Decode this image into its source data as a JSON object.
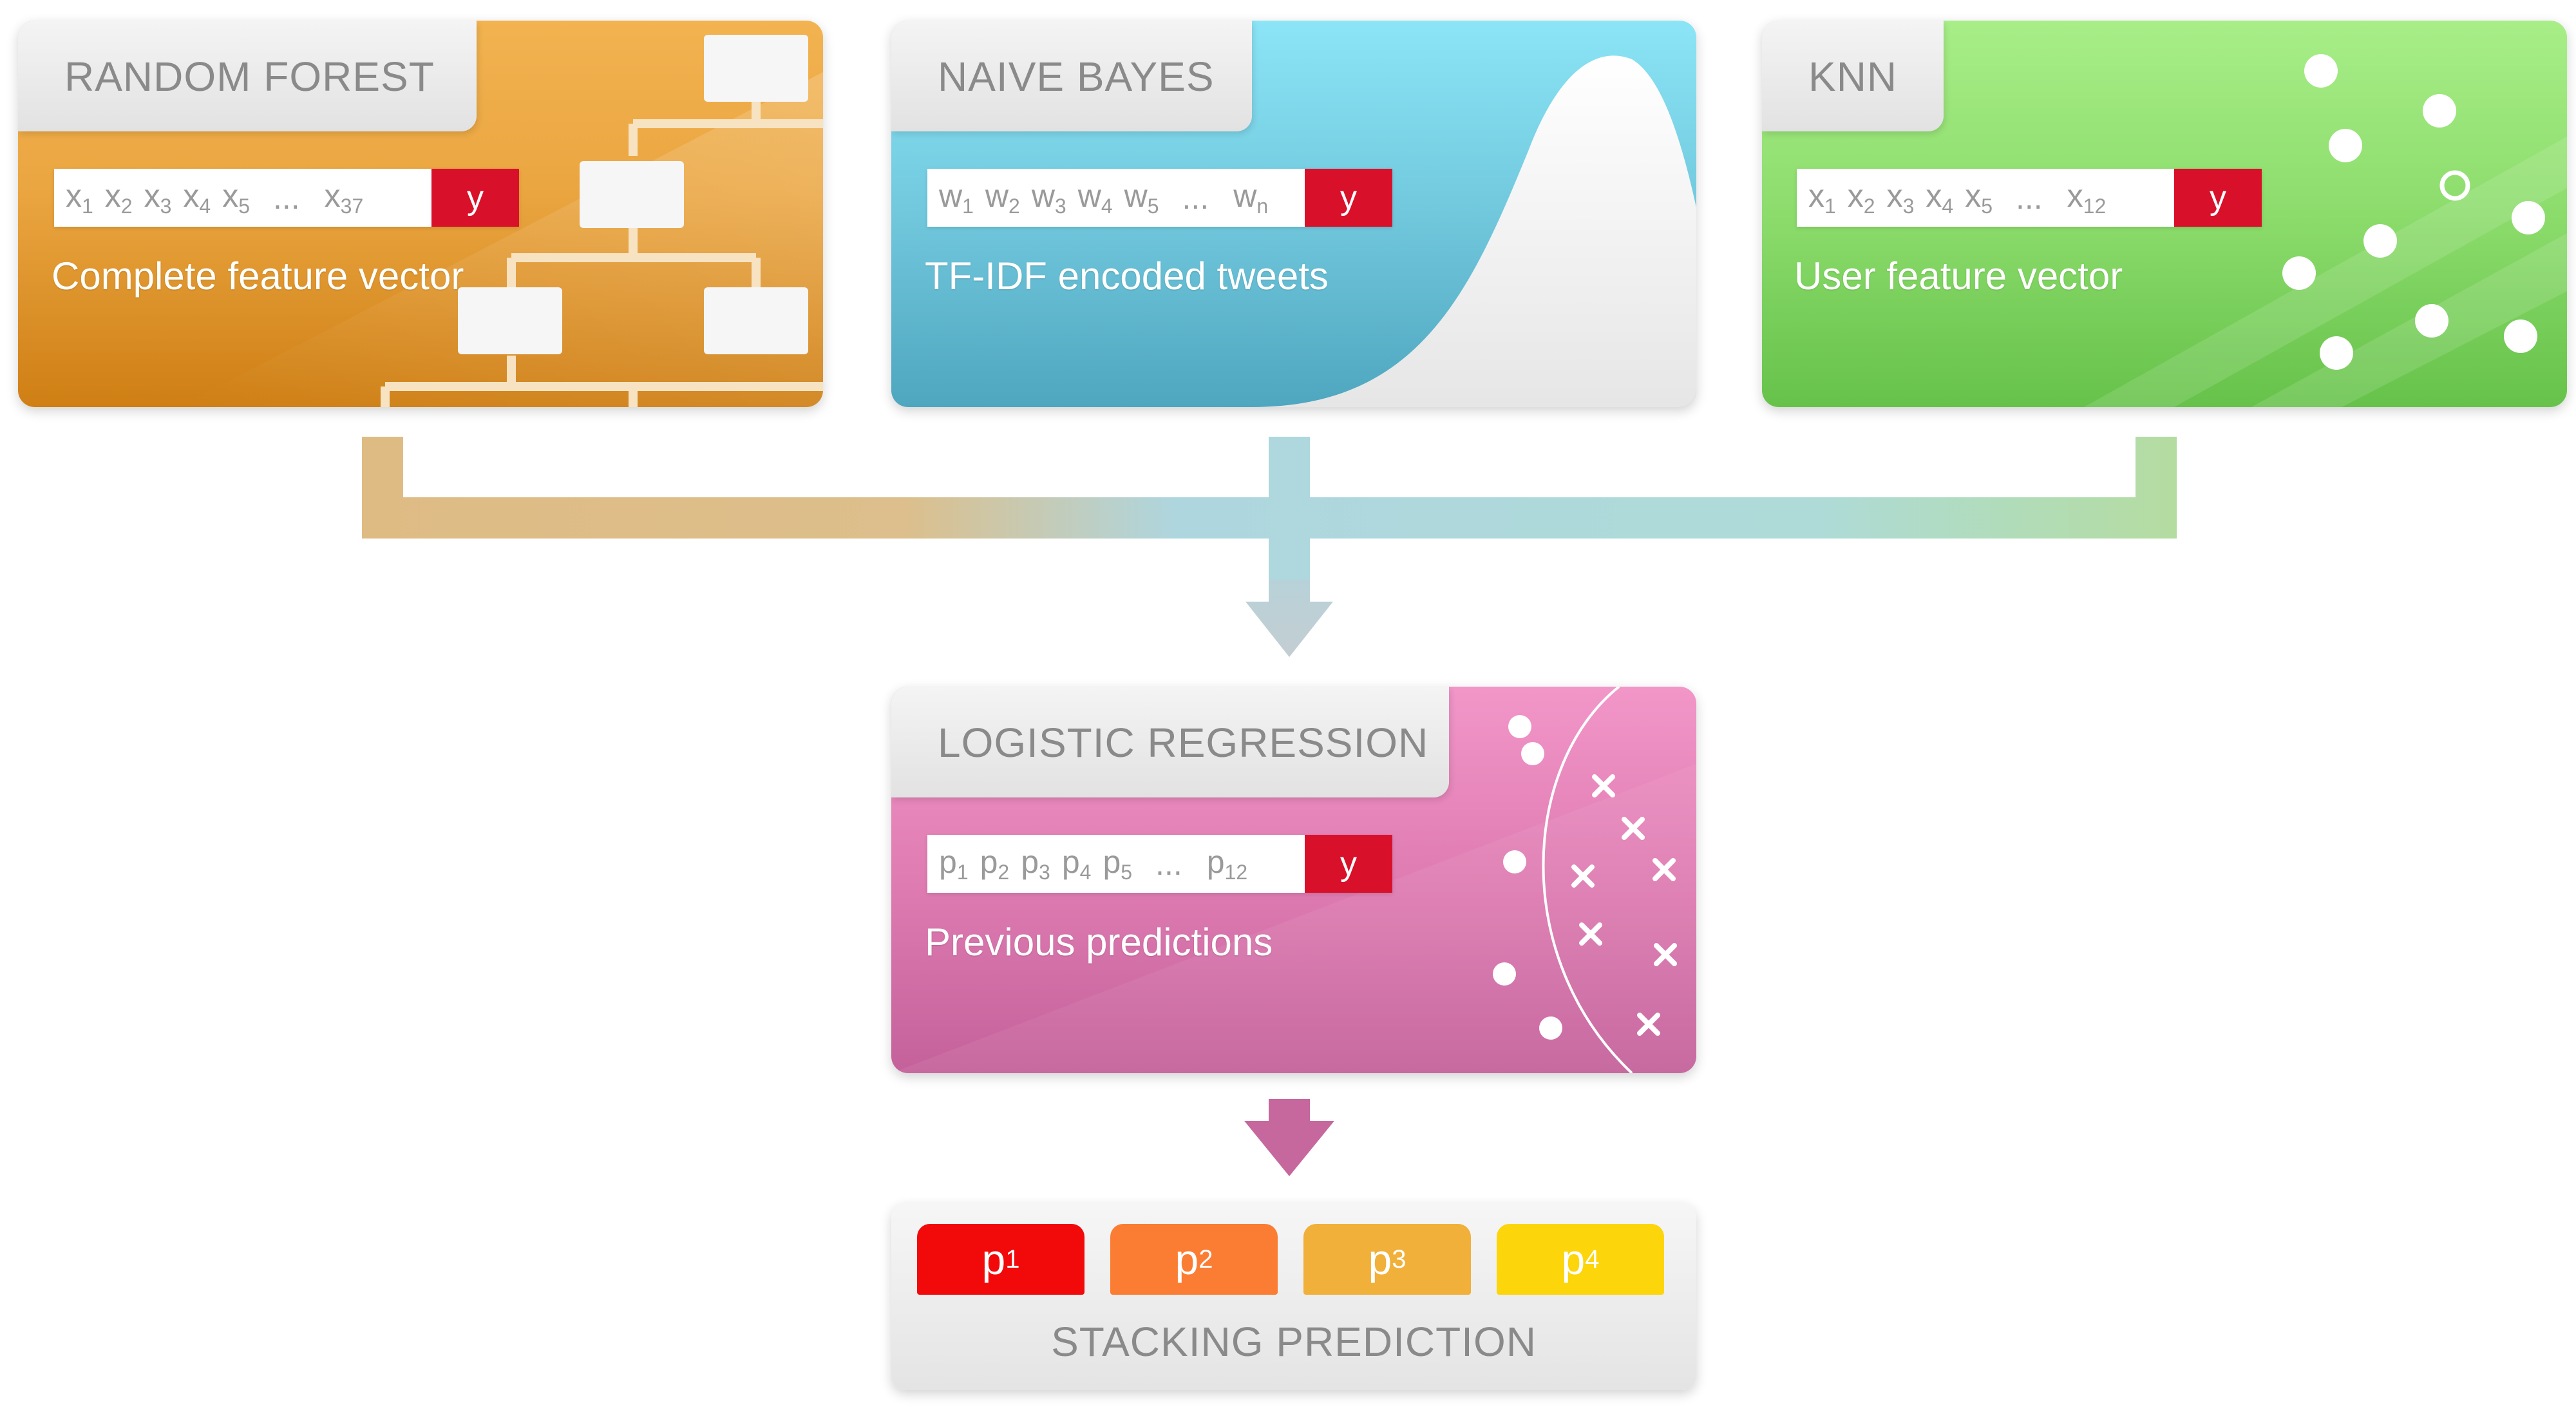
{
  "random_forest": {
    "title": "RANDOM FOREST",
    "vector_terms": [
      [
        "x",
        "1"
      ],
      [
        "x",
        "2"
      ],
      [
        "x",
        "3"
      ],
      [
        "x",
        "4"
      ],
      [
        "x",
        "5"
      ]
    ],
    "vector_ellipsis": "...",
    "vector_last": [
      "x",
      "37"
    ],
    "target": "y",
    "caption": "Complete feature vector",
    "color": "#e39a2c"
  },
  "naive_bayes": {
    "title": "NAIVE BAYES",
    "vector_terms": [
      [
        "w",
        "1"
      ],
      [
        "w",
        "2"
      ],
      [
        "w",
        "3"
      ],
      [
        "w",
        "4"
      ],
      [
        "w",
        "5"
      ]
    ],
    "vector_ellipsis": "...",
    "vector_last": [
      "w",
      "n"
    ],
    "target": "y",
    "caption": "TF-IDF encoded tweets",
    "color": "#6fc6e0"
  },
  "knn": {
    "title": "KNN",
    "vector_terms": [
      [
        "x",
        "1"
      ],
      [
        "x",
        "2"
      ],
      [
        "x",
        "3"
      ],
      [
        "x",
        "4"
      ],
      [
        "x",
        "5"
      ]
    ],
    "vector_ellipsis": "...",
    "vector_last": [
      "x",
      "12"
    ],
    "target": "y",
    "caption": "User feature vector",
    "color": "#86d86a"
  },
  "logistic_regression": {
    "title": "LOGISTIC REGRESSION",
    "vector_terms": [
      [
        "p",
        "1"
      ],
      [
        "p",
        "2"
      ],
      [
        "p",
        "3"
      ],
      [
        "p",
        "4"
      ],
      [
        "p",
        "5"
      ]
    ],
    "vector_ellipsis": "...",
    "vector_last": [
      "p",
      "12"
    ],
    "target": "y",
    "caption": "Previous predictions",
    "color": "#e07bb0"
  },
  "stacking": {
    "title": "STACKING PREDICTION",
    "predictions": [
      {
        "base": "p",
        "sub": "1",
        "color": "#f20a0a"
      },
      {
        "base": "p",
        "sub": "2",
        "color": "#fb7d33"
      },
      {
        "base": "p",
        "sub": "3",
        "color": "#f0b03a"
      },
      {
        "base": "p",
        "sub": "4",
        "color": "#fcd50a"
      }
    ]
  }
}
